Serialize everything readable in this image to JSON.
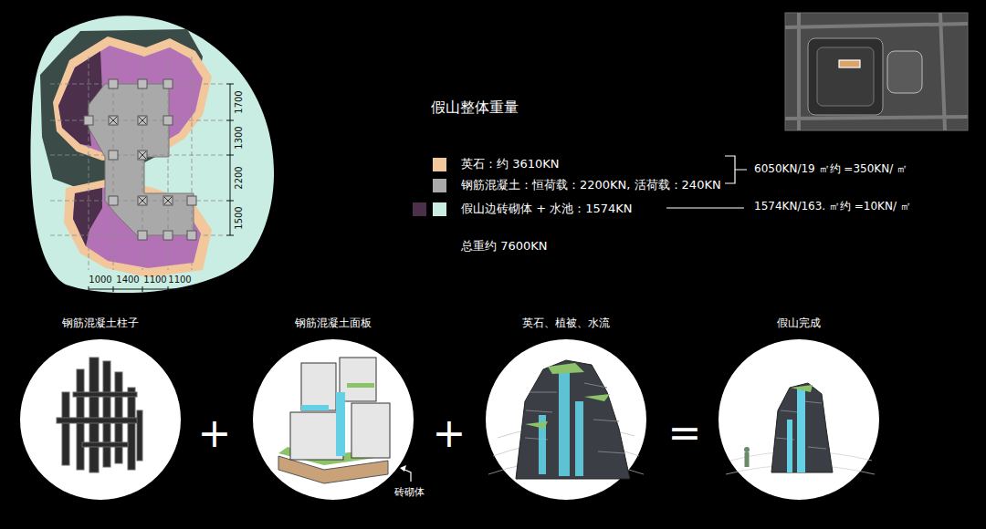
{
  "diagram": {
    "title": "假山整体重量",
    "nodes": [
      {
        "text": [
          "钢筋混凝土柱子"
        ]
      },
      {
        "text": [
          "钢筋混凝土面板"
        ]
      },
      {
        "text": [
          "英石、植被、水流"
        ]
      },
      {
        "text": [
          "假山完成"
        ]
      }
    ],
    "labels": [
      "1700",
      "1300",
      "2200",
      "1500",
      "1000",
      "1400",
      "1100",
      "1100",
      "6050KN/19 ㎡约 =350KN/ ㎡",
      "1574KN/163. ㎡约 =10KN/ ㎡",
      "总重约 7600KN",
      "+",
      "+",
      "=",
      "砖砌体"
    ],
    "legend": [
      {
        "text": "英石：约 3610KN",
        "color": "#f2c79b"
      },
      {
        "text": "钢筋混凝土：恒荷载：2200KN, 活荷载：240KN",
        "color": "#a9a9a9"
      },
      {
        "text": "假山边砖砌体 + 水池：1574KN",
        "color": "#c9ede2"
      }
    ]
  }
}
